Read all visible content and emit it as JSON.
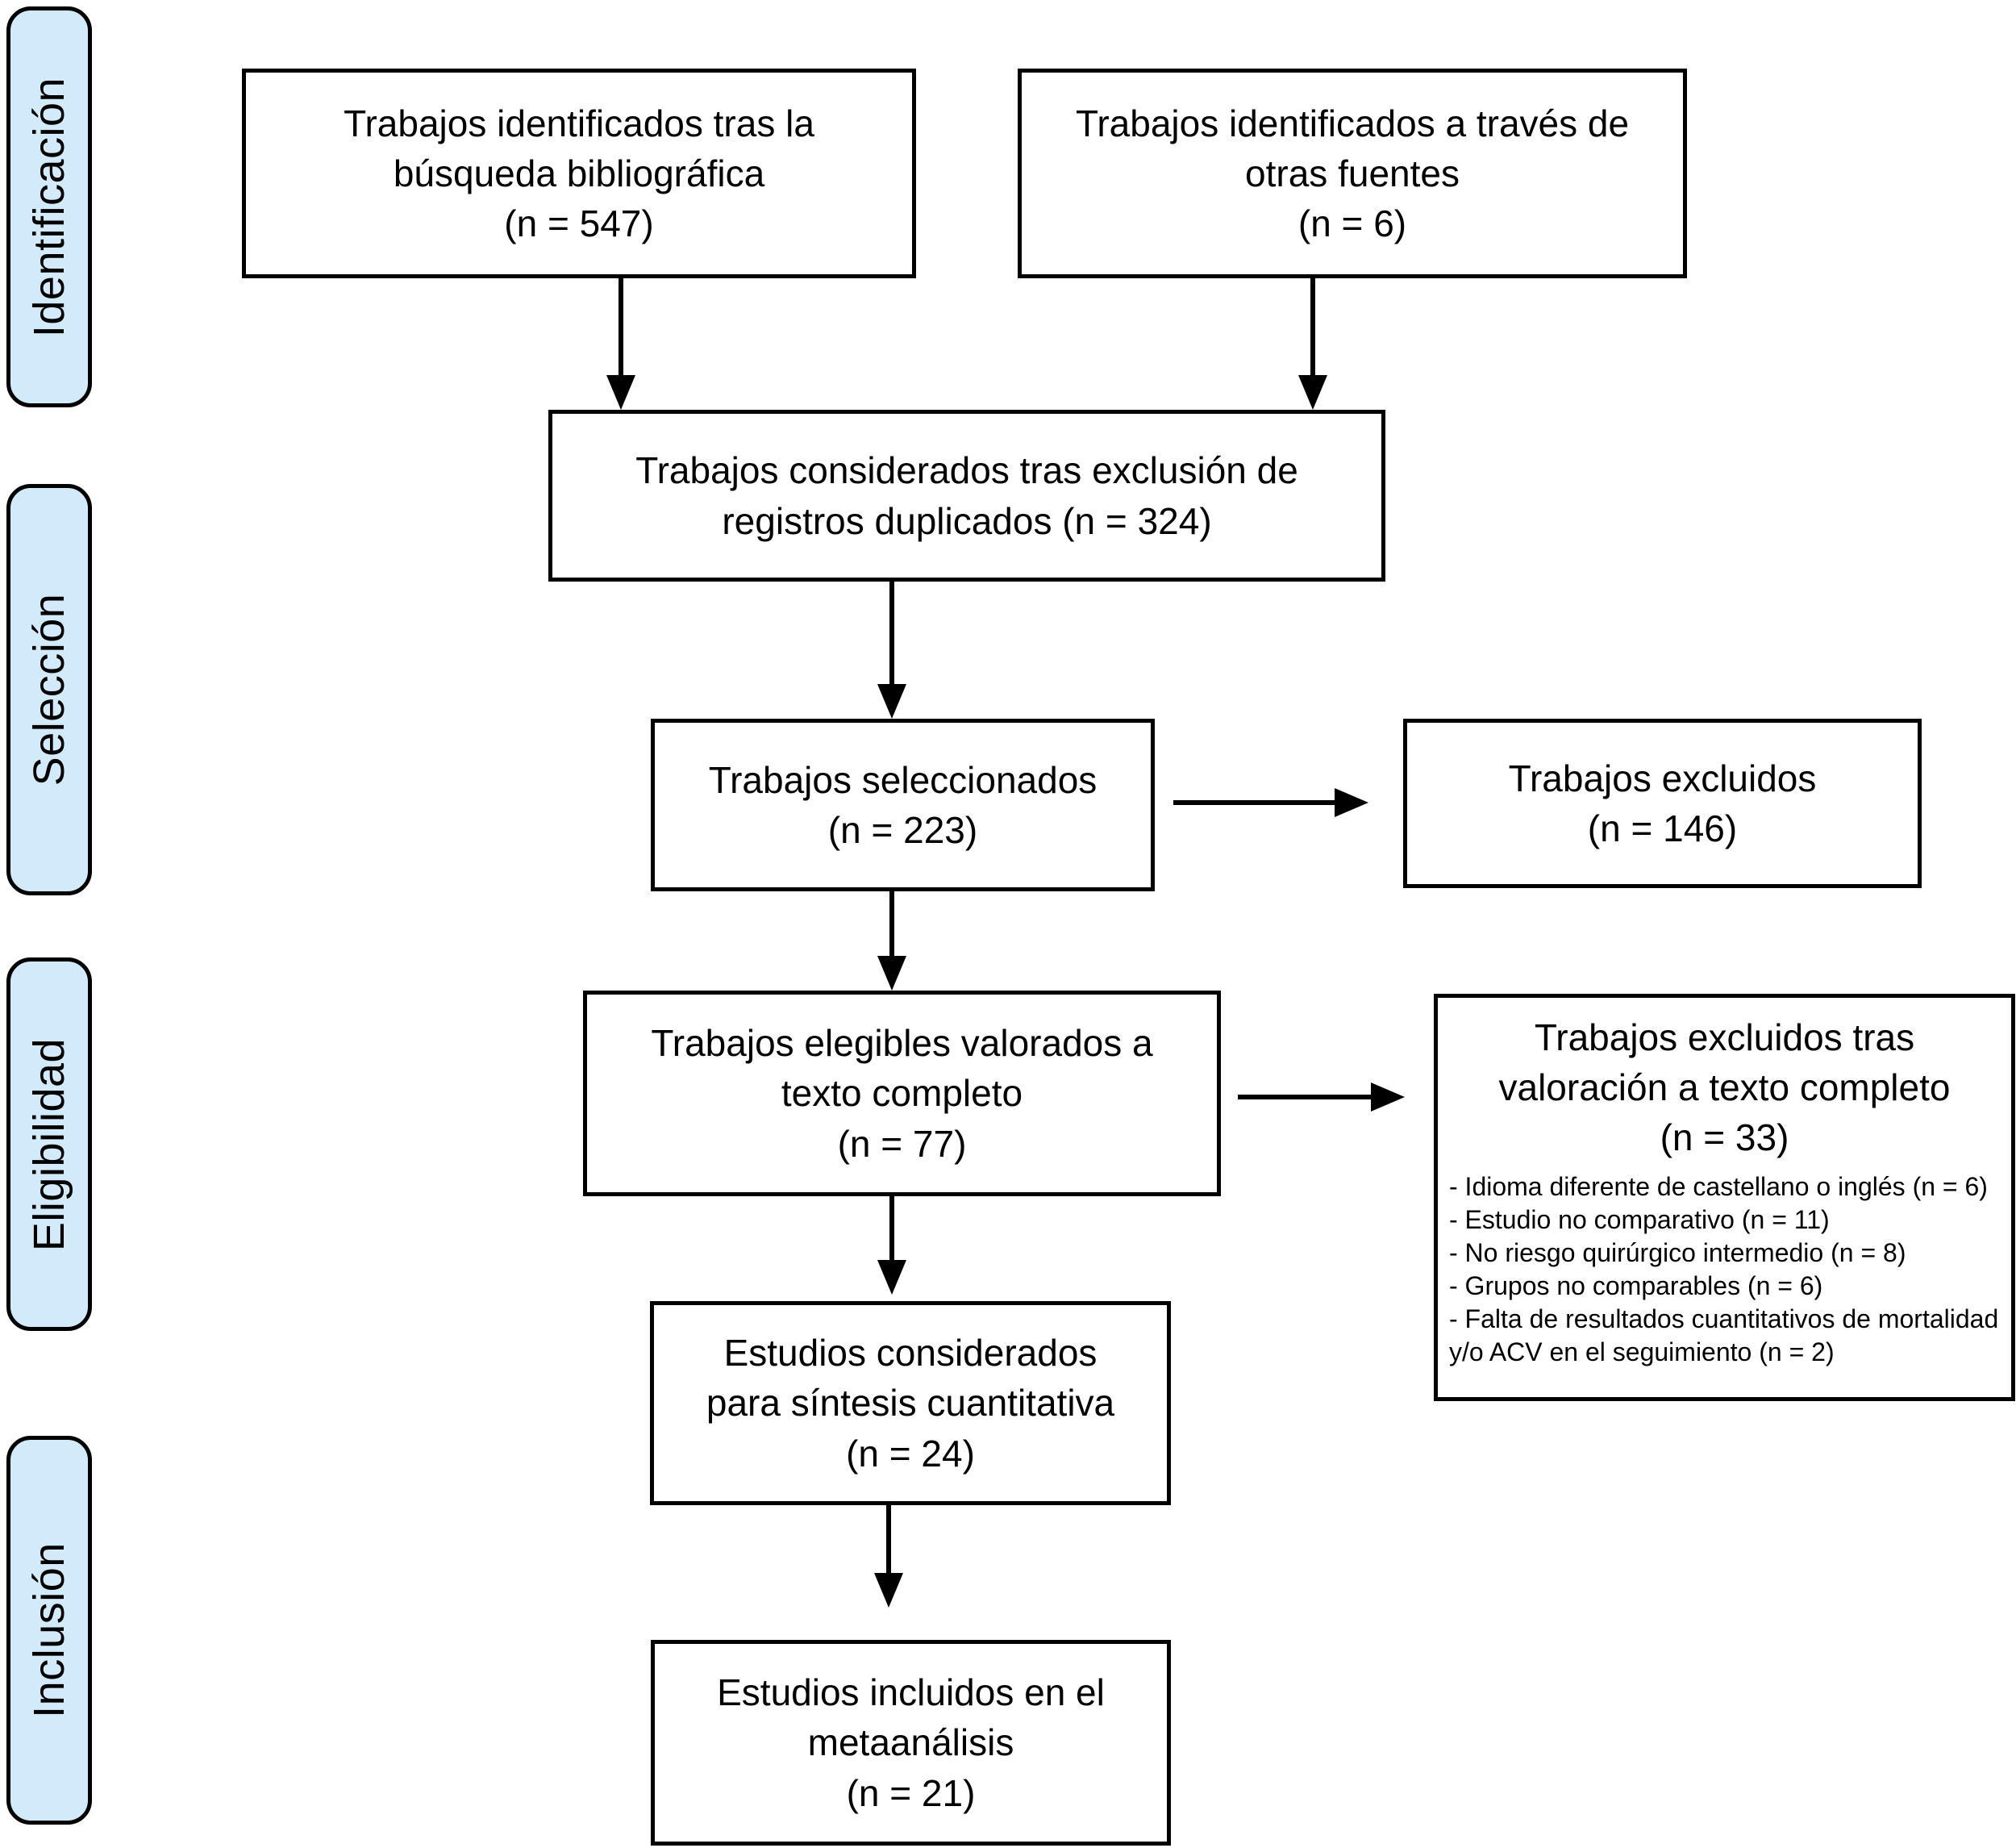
{
  "diagram": {
    "colors": {
      "stage_fill": "#d3eafa",
      "line_and_border": "#000000",
      "background": "#ffffff"
    },
    "stages": [
      {
        "label": "Identificación"
      },
      {
        "label": "Selección"
      },
      {
        "label": "Eligibilidad"
      },
      {
        "label": "Inclusión"
      }
    ],
    "boxes": {
      "identified_search": {
        "lines": [
          "Trabajos identificados tras la",
          "búsqueda bibliográfica",
          "(n = 547)"
        ]
      },
      "identified_other": {
        "lines": [
          "Trabajos identificados a través de",
          "otras fuentes",
          "(n = 6)"
        ]
      },
      "after_duplicates": {
        "lines": [
          "Trabajos considerados tras exclusión de",
          "registros duplicados (n = 324)"
        ]
      },
      "screened": {
        "lines": [
          "Trabajos seleccionados",
          "(n = 223)"
        ]
      },
      "excluded_screening": {
        "lines": [
          "Trabajos excluidos",
          "(n = 146)"
        ]
      },
      "fulltext_assessed": {
        "lines": [
          "Trabajos elegibles valorados a",
          "texto completo",
          "(n = 77)"
        ]
      },
      "fulltext_excluded": {
        "title_lines": [
          "Trabajos excluidos tras",
          "valoración a texto completo",
          "(n = 33)"
        ],
        "reasons": [
          "- Idioma diferente de castellano o inglés (n = 6)",
          "- Estudio no comparativo (n = 11)",
          "- No riesgo quirúrgico intermedio (n = 8)",
          "- Grupos no comparables (n = 6)",
          "- Falta de resultados cuantitativos de mortalidad y/o ACV en el seguimiento  (n = 2)"
        ]
      },
      "quantitative_synthesis": {
        "lines": [
          "Estudios considerados",
          "para síntesis cuantitativa",
          "(n = 24)"
        ]
      },
      "included_meta": {
        "lines": [
          "Estudios incluidos en el",
          "metaanálisis",
          "(n = 21)"
        ]
      }
    }
  }
}
